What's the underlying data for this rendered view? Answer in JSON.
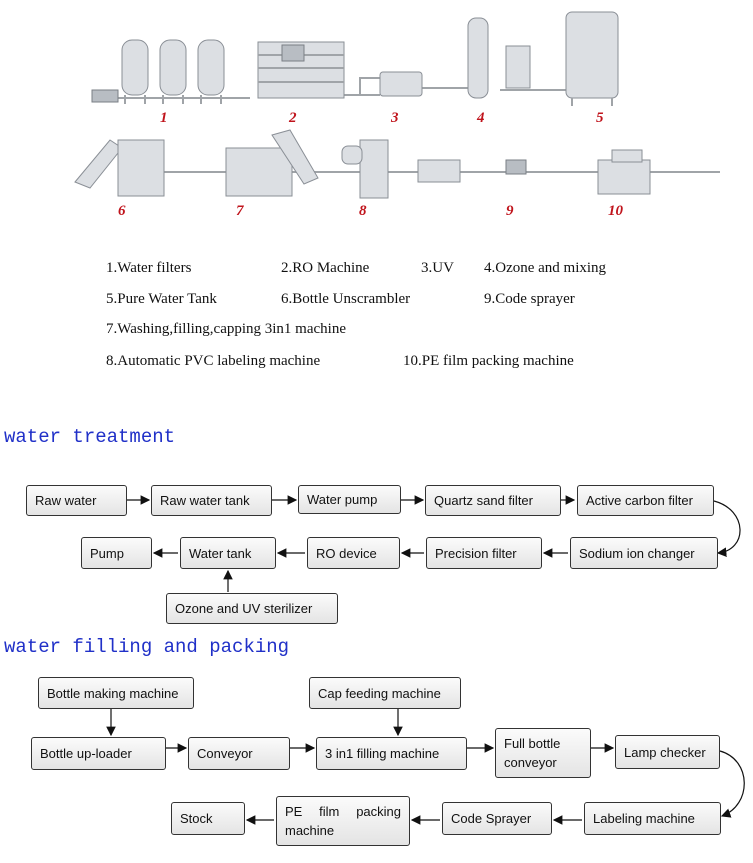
{
  "machine_numbers": [
    "1",
    "2",
    "3",
    "4",
    "5",
    "6",
    "7",
    "8",
    "9",
    "10"
  ],
  "legend": {
    "line1": [
      "1.Water filters",
      "2.RO Machine",
      "3.UV",
      "4.Ozone and mixing"
    ],
    "line2": [
      "5.Pure Water Tank",
      "6.Bottle Unscrambler",
      "9.Code sprayer"
    ],
    "line3": "7.Washing,filling,capping 3in1 machine",
    "line4": [
      "8.Automatic PVC labeling machine",
      "10.PE film packing machine"
    ]
  },
  "water_treatment": {
    "title": "water treatment",
    "steps": {
      "raw_water": "Raw water",
      "raw_water_tank": "Raw water tank",
      "water_pump": "Water pump",
      "quartz_sand_filter": "Quartz sand filter",
      "active_carbon_filter": "Active carbon filter",
      "sodium_ion_changer": "Sodium ion changer",
      "precision_filter": "Precision filter",
      "ro_device": "RO device",
      "water_tank": "Water tank",
      "pump": "Pump",
      "ozone_uv": "Ozone and UV sterilizer"
    }
  },
  "filling_packing": {
    "title": "water filling and packing",
    "steps": {
      "bottle_making": "Bottle making machine",
      "cap_feeding": "Cap feeding machine",
      "bottle_uploader": "Bottle up-loader",
      "conveyor": "Conveyor",
      "filling_3in1": "3 in1 filling machine",
      "full_bottle_line1": "Full bottle",
      "full_bottle_line2": "conveyor",
      "lamp_checker": "Lamp checker",
      "labeling_machine": "Labeling machine",
      "code_sprayer": "Code Sprayer",
      "pe_film_line1": "PE film packing",
      "pe_film_line2": "machine",
      "stock": "Stock"
    }
  }
}
